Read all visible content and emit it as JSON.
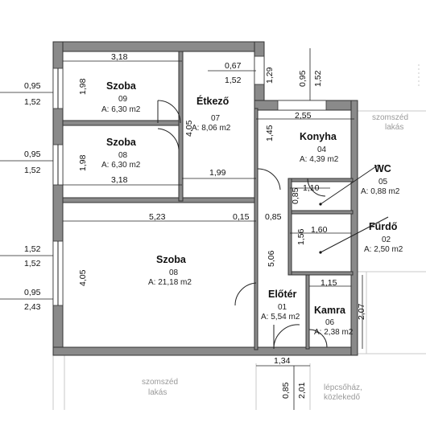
{
  "rooms": [
    {
      "name": "Szoba",
      "number": "09",
      "area": "A: 6,30 m2"
    },
    {
      "name": "Étkező",
      "number": "07",
      "area": "A: 8,06 m2"
    },
    {
      "name": "Szoba",
      "number": "08",
      "area": "A: 6,30 m2"
    },
    {
      "name": "Konyha",
      "number": "04",
      "area": "A: 4,39 m2"
    },
    {
      "name": "WC",
      "number": "05",
      "area": "A: 0,88 m2"
    },
    {
      "name": "Fürdő",
      "number": "02",
      "area": "A: 2,50 m2"
    },
    {
      "name": "Szoba",
      "number": "08",
      "area": "A: 21,18 m2"
    },
    {
      "name": "Előtér",
      "number": "01",
      "area": "A: 5,54 m2"
    },
    {
      "name": "Kamra",
      "number": "06",
      "area": "A: 2,38 m2"
    }
  ],
  "dimensions": {
    "top_room_width": "3,18",
    "mid_room_width": "3,18",
    "big_room_width": "5,23",
    "etkezo_width": "1,99",
    "wall_015": "0,15",
    "corridor_085": "0,85",
    "kitchen_width": "2,55",
    "wc_width": "1,10",
    "bath_width": "1,60",
    "kamra_width": "1,15",
    "door_134": "1,34",
    "window_067": "0,67",
    "window_152": "1,52",
    "top_room_height": "1,98",
    "mid_room_height": "1,98",
    "etkezo_height": "4,05",
    "big_room_height": "4,05",
    "kitchen_height": "1,45",
    "wc_height": "0,85",
    "bath_height": "1,56",
    "hall_height": "5,06",
    "kamra_height": "2,07",
    "top_129": "1,29",
    "top_095": "0,95",
    "top_152": "1,52",
    "bottom_085": "0,85",
    "bottom_201": "2,01",
    "left_095_a": "0,95",
    "left_152_a": "1,52",
    "left_095_b": "0,95",
    "left_152_b": "1,52",
    "left_152_c": "1,52",
    "left_152_d": "1,52",
    "left_095_c": "0,95",
    "left_243": "2,43"
  },
  "neighbors": {
    "right_line1": "szomszéd",
    "right_line2": "lakás",
    "bottom_line1": "szomszéd",
    "bottom_line2": "lakás",
    "stair_line1": "lépcsőház,",
    "stair_line2": "közlekedő"
  }
}
